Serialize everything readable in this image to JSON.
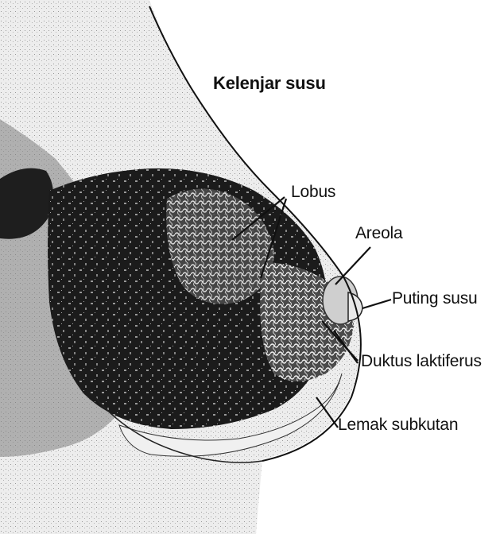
{
  "diagram": {
    "title": "Kelenjar susu",
    "labels": {
      "lobus": "Lobus",
      "areola": "Areola",
      "puting_susu": "Puting susu",
      "duktus_laktiferus": "Duktus laktiferus",
      "lemak_subkutan": "Lemak subkutan"
    },
    "colors": {
      "ink": "#111111",
      "tissue_dark": "#1b1b1b",
      "tissue_mid": "#5c5c5c",
      "skin_light": "#e6e6e6",
      "ducts": "#f4f4f4"
    }
  }
}
